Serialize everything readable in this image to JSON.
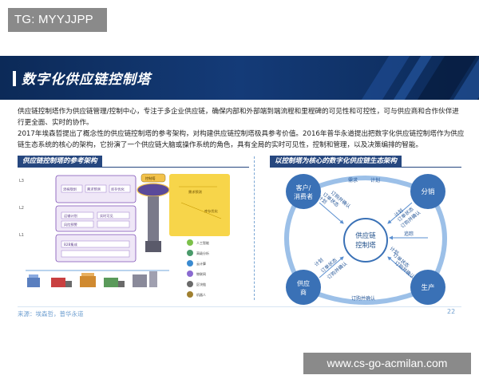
{
  "tag": "TG: MYYJJPP",
  "title": "数字化供应链控制塔",
  "paragraph1": "供应链控制塔作为供应链管理/控制中心，专注于多企业供应链，确保内部和外部端到端流程和里程碑的可见性和可控性，可与供应商和合作伙伴进行更全面、实时的协作。",
  "paragraph2": "2017年埃森哲提出了概念性的供应链控制塔的参考架构，对构建供应链控制塔极具参考价值。2016年普华永道提出把数字化供应链控制塔作为供应链生态系统的核心的架构，它扮演了一个供应链大脑或操作系统的角色，具有全局的实时可见性，控制和管理，以及决策编排的智能。",
  "left_section_title": "供应链控制塔的参考架构",
  "right_section_title": "以控制塔为核心的数字化供应链生态架构",
  "ecosystem": {
    "center": [
      "供应链",
      "控制塔"
    ],
    "customer": [
      "客户/",
      "消费者"
    ],
    "distribution": "分销",
    "supply": [
      "供应",
      "商"
    ],
    "production": "生产",
    "labels": {
      "top_arc": [
        "需求",
        "计划"
      ],
      "top_right_arc": [
        "计划",
        "需求"
      ],
      "left_spoke": [
        "计划",
        "订单状态",
        "订购并确认"
      ],
      "right_spoke": [
        "计划",
        "订单状态",
        "订购并确认"
      ],
      "bottom_left_spoke": [
        "计划",
        "订单状态",
        "订购并确认"
      ],
      "bottom_right_spoke": [
        "计划",
        "订单状态",
        "订购并确认"
      ],
      "right_mid": "追踪",
      "bottom_arc": "订购并确认"
    }
  },
  "architecture": {
    "left_labels": [
      "L3",
      "L2",
      "L1"
    ],
    "panel_items": [
      "流程规划",
      "需求预测",
      "库存优化",
      "运输计划",
      "实时可见",
      "风险预警",
      "B2B集成"
    ],
    "tower_labels": [
      "控制塔",
      "需求预测",
      "库存优化"
    ],
    "right_icons": [
      "人工智能",
      "高级分析",
      "云计算",
      "物联网",
      "区块链",
      "机器人"
    ]
  },
  "source": "来源：埃森哲，普华永道",
  "page_number": "22",
  "watermark_url": "www.cs-go-acmilan.com",
  "colors": {
    "banner": "#143b78",
    "accent": "#26477f",
    "node_blue": "#3a71b6",
    "arc_blue": "#4a86c8"
  }
}
